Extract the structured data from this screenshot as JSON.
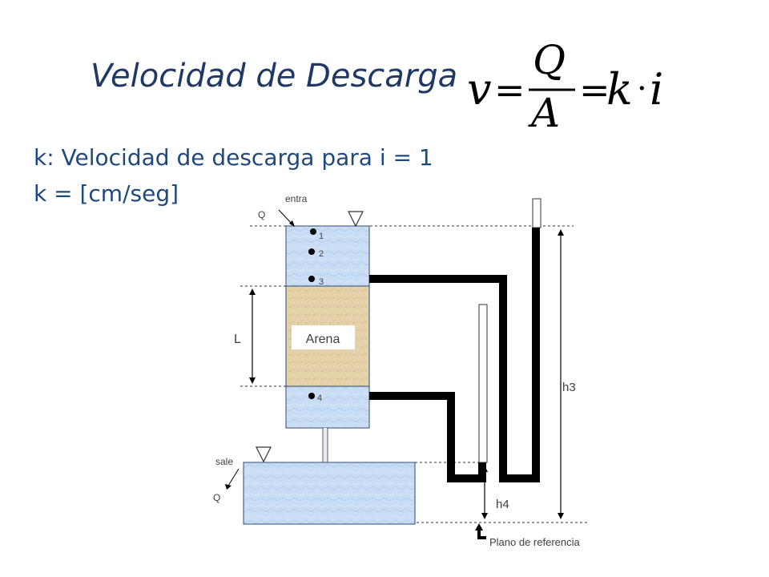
{
  "title": "Velocidad de Descarga",
  "formula": {
    "v": "v",
    "eq1": "=",
    "num": "Q",
    "den": "A",
    "eq2": "=",
    "k": "k",
    "dot": "·",
    "i": "i"
  },
  "definition": "k: Velocidad de descarga para i = 1",
  "units": "k = [cm/seg]",
  "labels": {
    "entra": "entra",
    "q_in": "Q",
    "sale": "sale",
    "q_out": "Q",
    "L": "L",
    "arena": "Arena",
    "p1": "1",
    "p2": "2",
    "p3": "3",
    "p4": "4",
    "h3": "h3",
    "h4": "h4",
    "plano": "Plano de referencia"
  },
  "colors": {
    "title": "#1f3864",
    "text": "#1f497d",
    "water": "#c6dbf3",
    "sand": "#e6d3ac",
    "pipe": "#000000"
  }
}
